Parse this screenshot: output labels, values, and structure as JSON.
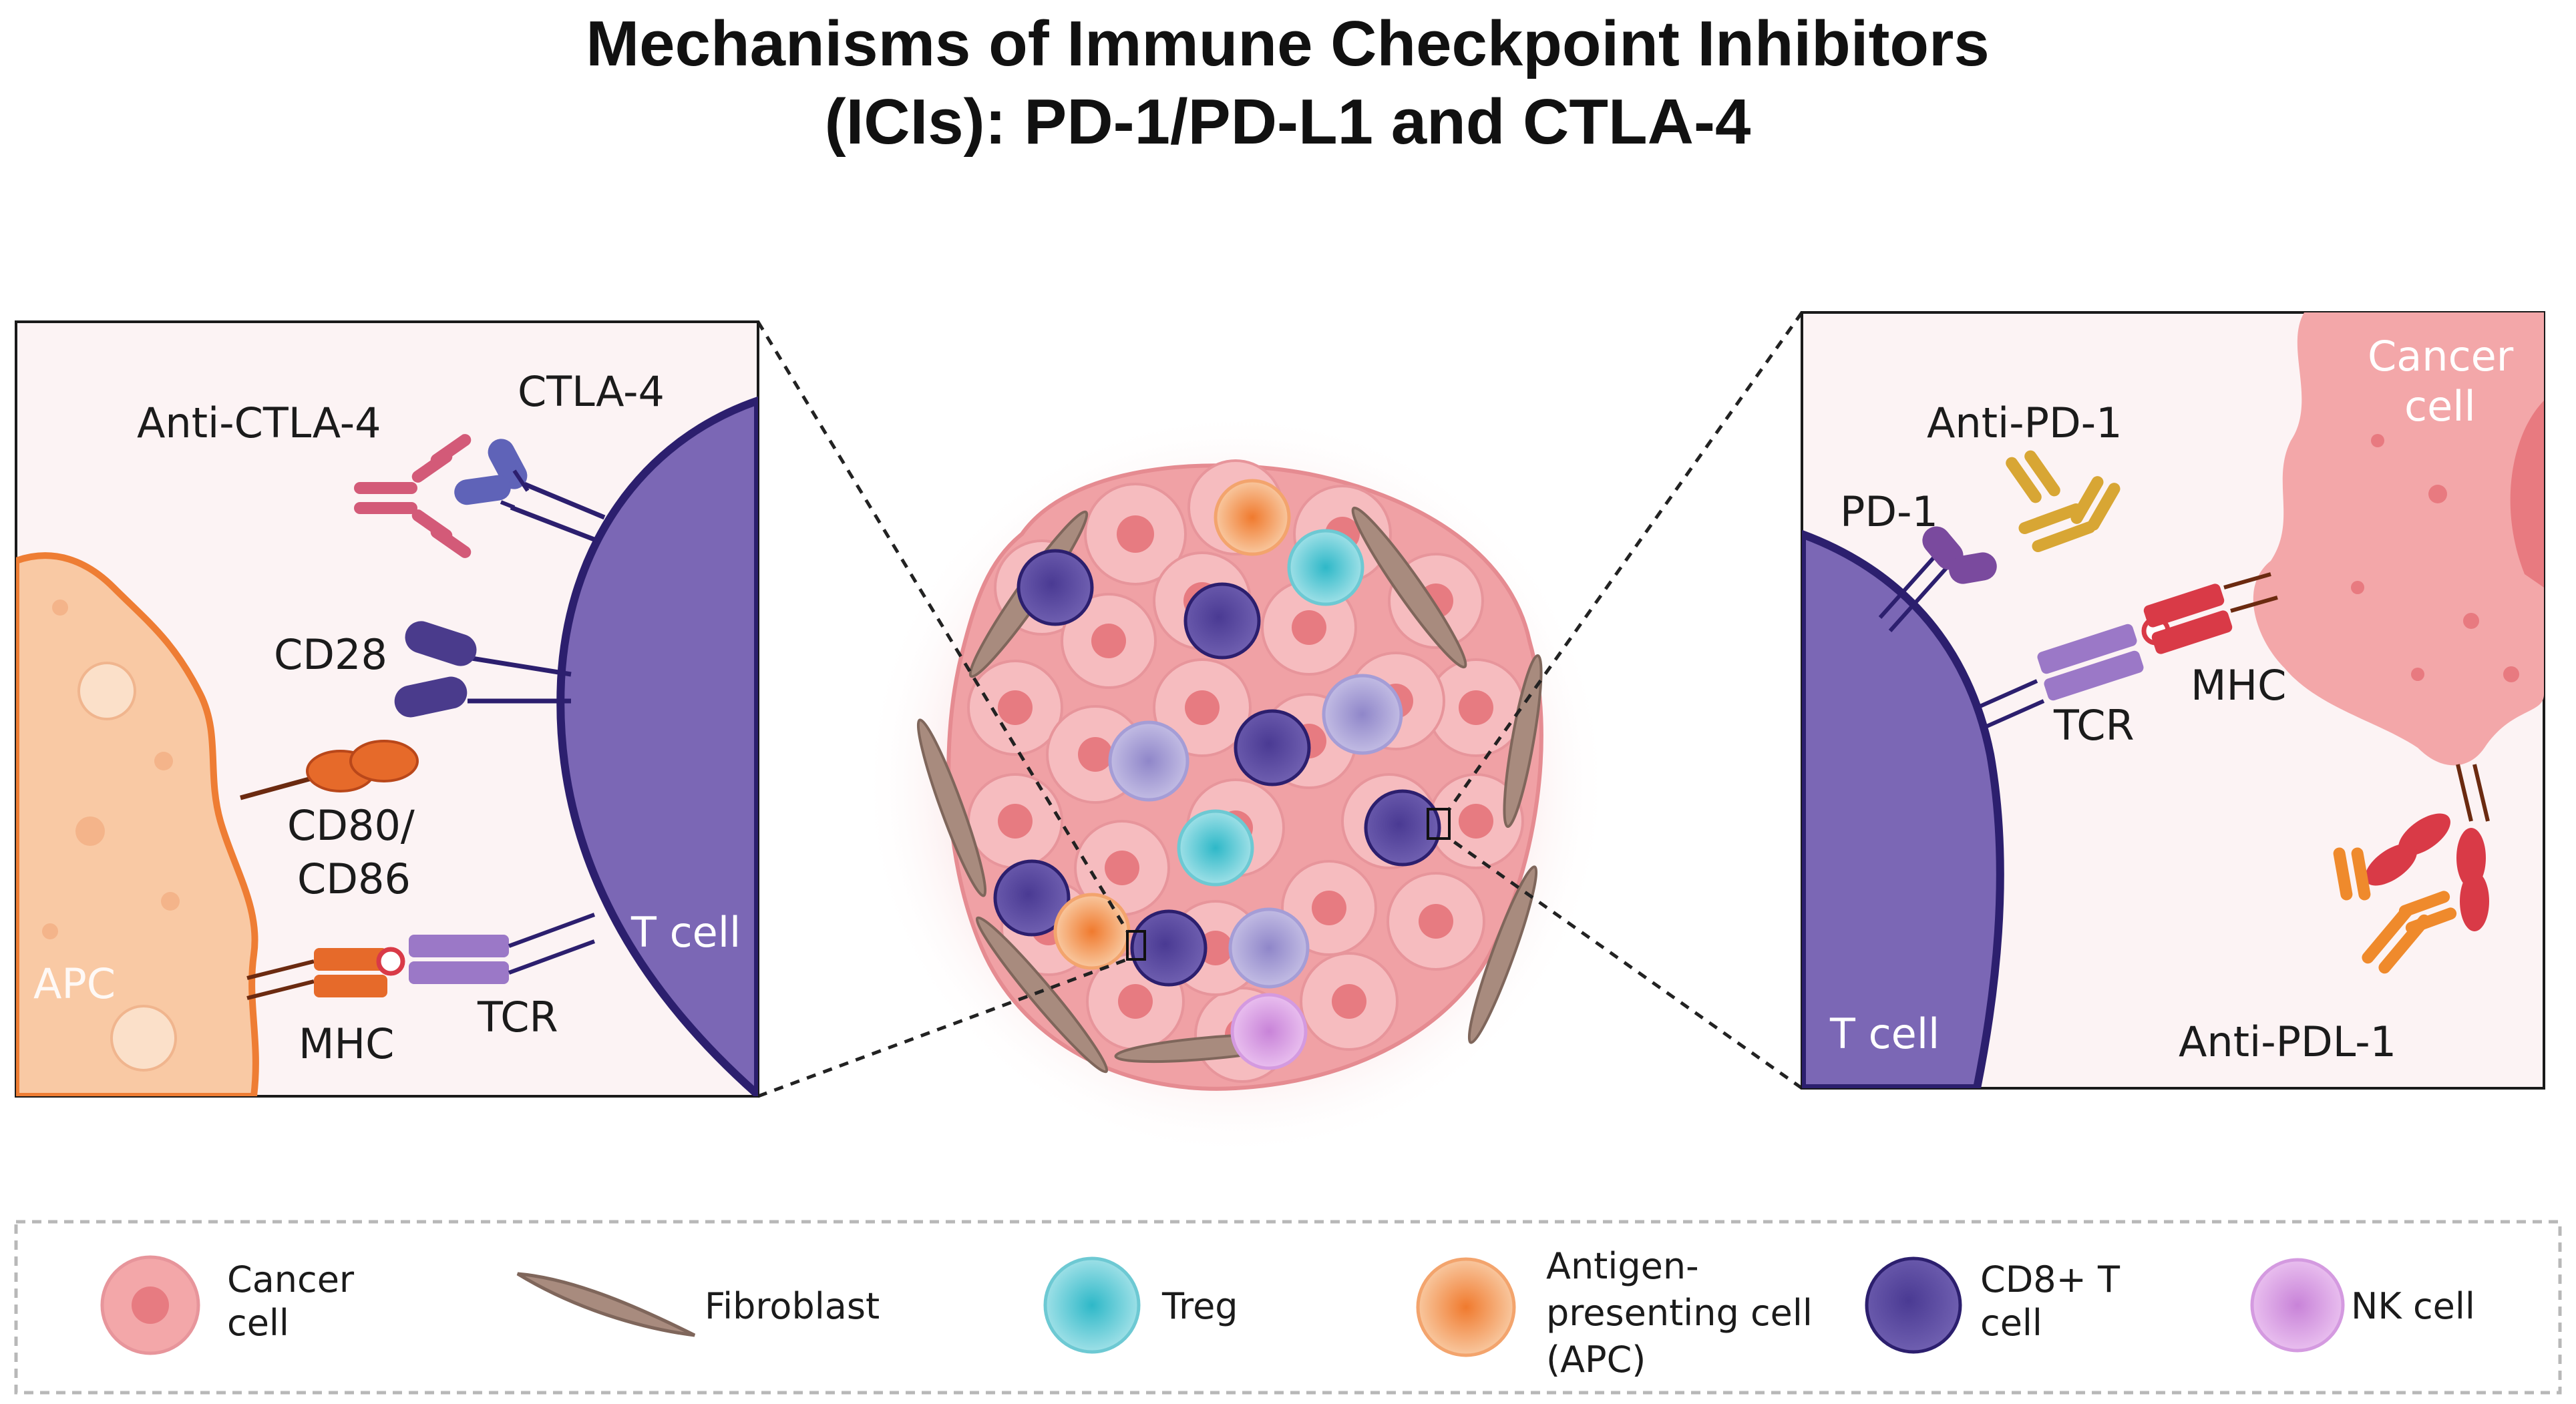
{
  "title": {
    "line1": "Mechanisms of Immune Checkpoint Inhibitors",
    "line2": "(ICIs): PD-1/PD-L1 and CTLA-4"
  },
  "left_panel": {
    "anti_ctla4": "Anti-CTLA-4",
    "ctla4": "CTLA-4",
    "cd28": "CD28",
    "cd80_l1": "CD80/",
    "cd80_l2": "CD86",
    "apc": "APC",
    "mhc": "MHC",
    "tcr": "TCR",
    "t_cell": "T cell"
  },
  "right_panel": {
    "cancer_l1": "Cancer",
    "cancer_l2": "cell",
    "anti_pd1": "Anti-PD-1",
    "pd1": "PD-1",
    "mhc": "MHC",
    "tcr": "TCR",
    "t_cell": "T cell",
    "anti_pdl1": "Anti-PDL-1"
  },
  "legend": {
    "cancer": [
      "Cancer",
      "cell"
    ],
    "fibroblast": [
      "Fibroblast"
    ],
    "treg": [
      "Treg"
    ],
    "apc": [
      "Antigen-",
      "presenting cell",
      "(APC)"
    ],
    "cd8": [
      "CD8+ T",
      "cell"
    ],
    "nk": [
      "NK cell"
    ]
  },
  "colors": {
    "t_cell": "#7b67b5",
    "t_cell_edge": "#2c1f6e",
    "apc": "#f9c9a4",
    "apc_edge": "#ee7d34",
    "cancer": "#f3a7a9",
    "cancer_dark": "#e87a80",
    "panel_bg": "#fcf3f4",
    "treg": "#82d6df",
    "nk": "#d9a6e3",
    "fibroblast": "#a88b7e",
    "ctla4": "#5f63b8",
    "cd28": "#4a3b8c",
    "cd80": "#e66a2a",
    "antibody_ctla4": "#d35a78",
    "antibody_pd1": "#d8a634",
    "pd1": "#7a4a9e",
    "pdl1": "#d93a47",
    "antibody_pdl1": "#ef8a2c"
  }
}
